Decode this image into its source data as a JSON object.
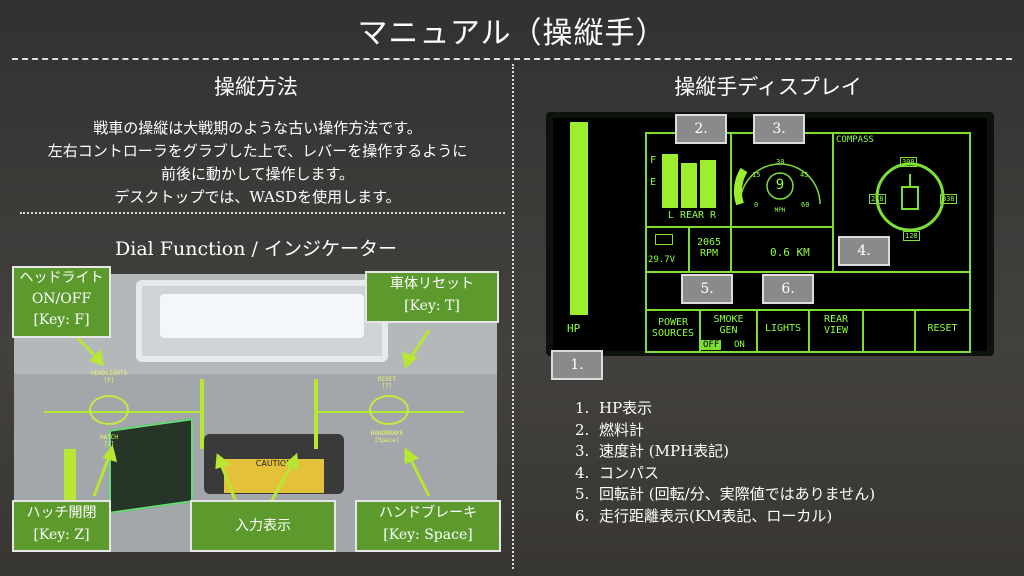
{
  "title": "マニュアル（操縦手）",
  "left": {
    "heading": "操縦方法",
    "para_lines": [
      "戦車の操縦は大戦期のような古い操作方法です。",
      "左右コントローラをグラブした上で、レバーを操作するように",
      "前後に動かして操作します。",
      "デスクトップでは、WASDを使用します。"
    ],
    "dial_heading": "Dial Function / インジケーター",
    "callouts": {
      "headlight": [
        "ヘッドライト",
        "ON/OFF",
        "[Key: F]"
      ],
      "reset": [
        "車体リセット",
        "[Key: T]"
      ],
      "hatch": [
        "ハッチ開閉",
        "[Key: Z]"
      ],
      "input": [
        "入力表示"
      ],
      "handbrake": [
        "ハンドブレーキ",
        "[Key: Space]"
      ]
    },
    "hud": {
      "headlights": "HEADLIGHTS",
      "headlights_key": "[F]",
      "reset": "RESET",
      "reset_key": "[T]",
      "hatch": "HATCH",
      "hatch_key": "[Z]",
      "handbrake": "HANDBRAKE",
      "handbrake_key": "[Space]",
      "caution": "CAUTION"
    }
  },
  "right": {
    "heading": "操縦手ディスプレイ",
    "display": {
      "fuel_f": "F",
      "fuel_e": "E",
      "fuel_levels": [
        0.9,
        0.75,
        0.8
      ],
      "lrear": "L REAR R",
      "speed_value": "9",
      "speed_unit": "MPH",
      "ticks": [
        "0",
        "15",
        "30",
        "45",
        "60"
      ],
      "compass_label": "COMPASS",
      "heading_top": "308",
      "heading_left": "218",
      "heading_right": "038",
      "heading_bottom": "128",
      "battery": "29.7V",
      "rpm_value": "2065",
      "rpm_unit": "RPM",
      "distance": "0.6 KM",
      "hp_label": "HP",
      "buttons": [
        "POWER\nSOURCES",
        "SMOKE\nGEN",
        "LIGHTS",
        "REAR\nVIEW",
        "",
        "RESET"
      ],
      "smoke_off": "OFF",
      "smoke_on": "ON"
    },
    "tags": [
      "1.",
      "2.",
      "3.",
      "4.",
      "5.",
      "6."
    ],
    "list": [
      {
        "n": "1.",
        "text": "HP表示"
      },
      {
        "n": "2.",
        "text": "燃料計"
      },
      {
        "n": "3.",
        "text": "速度計 (MPH表記)"
      },
      {
        "n": "4.",
        "text": "コンパス"
      },
      {
        "n": "5.",
        "text": "回転計 (回転/分、実際値ではありません)"
      },
      {
        "n": "6.",
        "text": "走行距離表示(KM表記、ローカル)"
      }
    ]
  },
  "colors": {
    "accent_green": "#8fff3a",
    "callout_green": "#5c9a2e"
  }
}
